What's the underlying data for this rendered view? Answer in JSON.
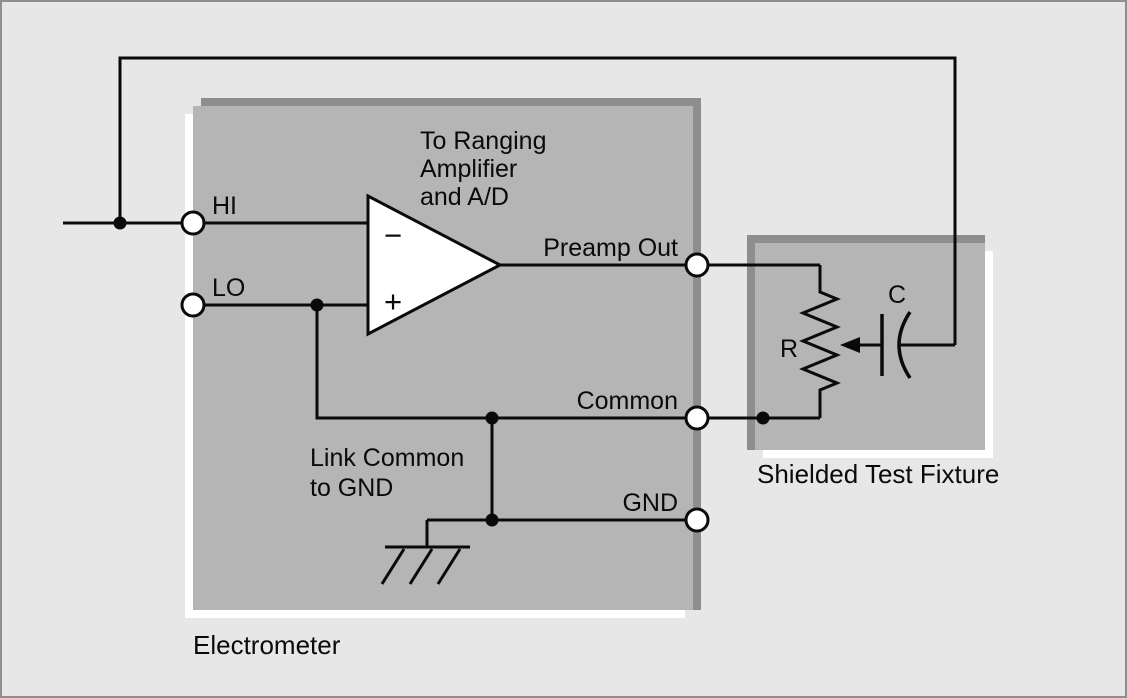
{
  "figure": {
    "electrometer_label": "Electrometer",
    "fixture_label": "Shielded Test Fixture",
    "terminals": {
      "hi": "HI",
      "lo": "LO",
      "preamp_out": "Preamp Out",
      "common": "Common",
      "gnd": "GND"
    },
    "opamp": {
      "minus": "−",
      "plus": "+"
    },
    "components": {
      "resistor": "R",
      "capacitor": "C"
    },
    "notes": {
      "ranging": [
        "To Ranging",
        "Amplifier",
        "and A/D"
      ],
      "link": [
        "Link Common",
        "to GND"
      ]
    },
    "colors": {
      "page_background": "#e7e7e7",
      "box_fill": "#b5b5b5",
      "box_shadow": "#8e8e8e",
      "box_highlight": "#ffffff",
      "line": "#000000"
    }
  }
}
